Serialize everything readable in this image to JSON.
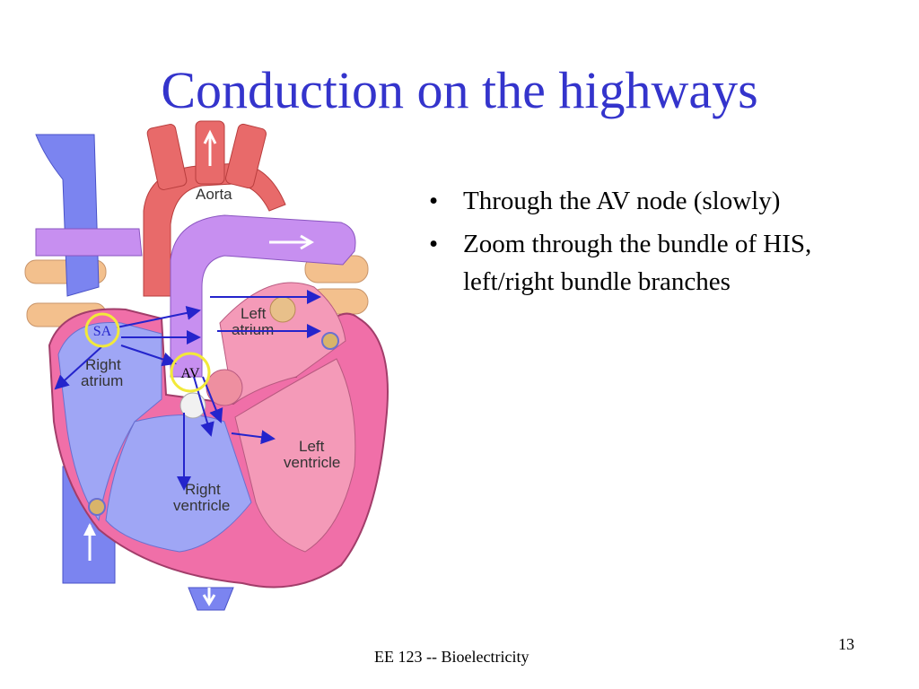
{
  "slide": {
    "title": "Conduction on the highways",
    "bullets": [
      "Through the AV node (slowly)",
      "Zoom through the bundle of HIS, left/right bundle branches"
    ],
    "footer": "EE 123 -- Bioelectricity",
    "page_number": "13"
  },
  "diagram": {
    "labels": {
      "aorta": "Aorta",
      "left_atrium_1": "Left",
      "left_atrium_2": "atrium",
      "right_atrium_1": "Right",
      "right_atrium_2": "atrium",
      "left_ventricle_1": "Left",
      "left_ventricle_2": "ventricle",
      "right_ventricle_1": "Right",
      "right_ventricle_2": "ventricle",
      "sa": "SA",
      "av": "AV"
    },
    "colors": {
      "oxygenated": "#e86a6a",
      "deoxygenated": "#8f8fef",
      "vein": "#7b84f0",
      "muscle": "#f06fa8",
      "node_ring": "#f2e93a",
      "conduction_arrow": "#2424cc"
    }
  }
}
